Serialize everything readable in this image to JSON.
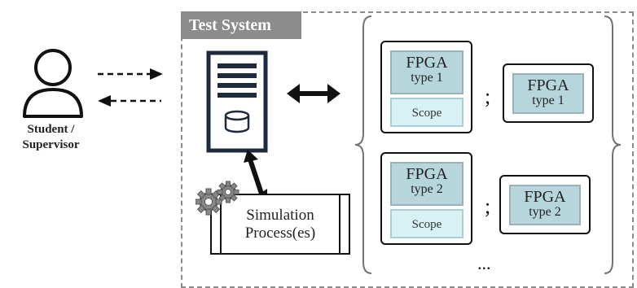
{
  "system_label": "Test System",
  "user": {
    "label_line1": "Student /",
    "label_line2": "Supervisor"
  },
  "simulation": {
    "line1": "Simulation",
    "line2": "Process(es)"
  },
  "boards": [
    {
      "fpga_title": "FPGA",
      "fpga_type": "type 1",
      "scope_label": "Scope",
      "alt_fpga_title": "FPGA",
      "alt_fpga_type": "type 1"
    },
    {
      "fpga_title": "FPGA",
      "fpga_type": "type 2",
      "scope_label": "Scope",
      "alt_fpga_title": "FPGA",
      "alt_fpga_type": "type 2"
    }
  ],
  "separator": ";",
  "ellipsis": "...",
  "colors": {
    "fpga_fill": "#b6d6dc",
    "scope_fill": "#d7f1f5",
    "system_tab": "#8c8c8c",
    "server_stroke": "#1f2a3c"
  }
}
